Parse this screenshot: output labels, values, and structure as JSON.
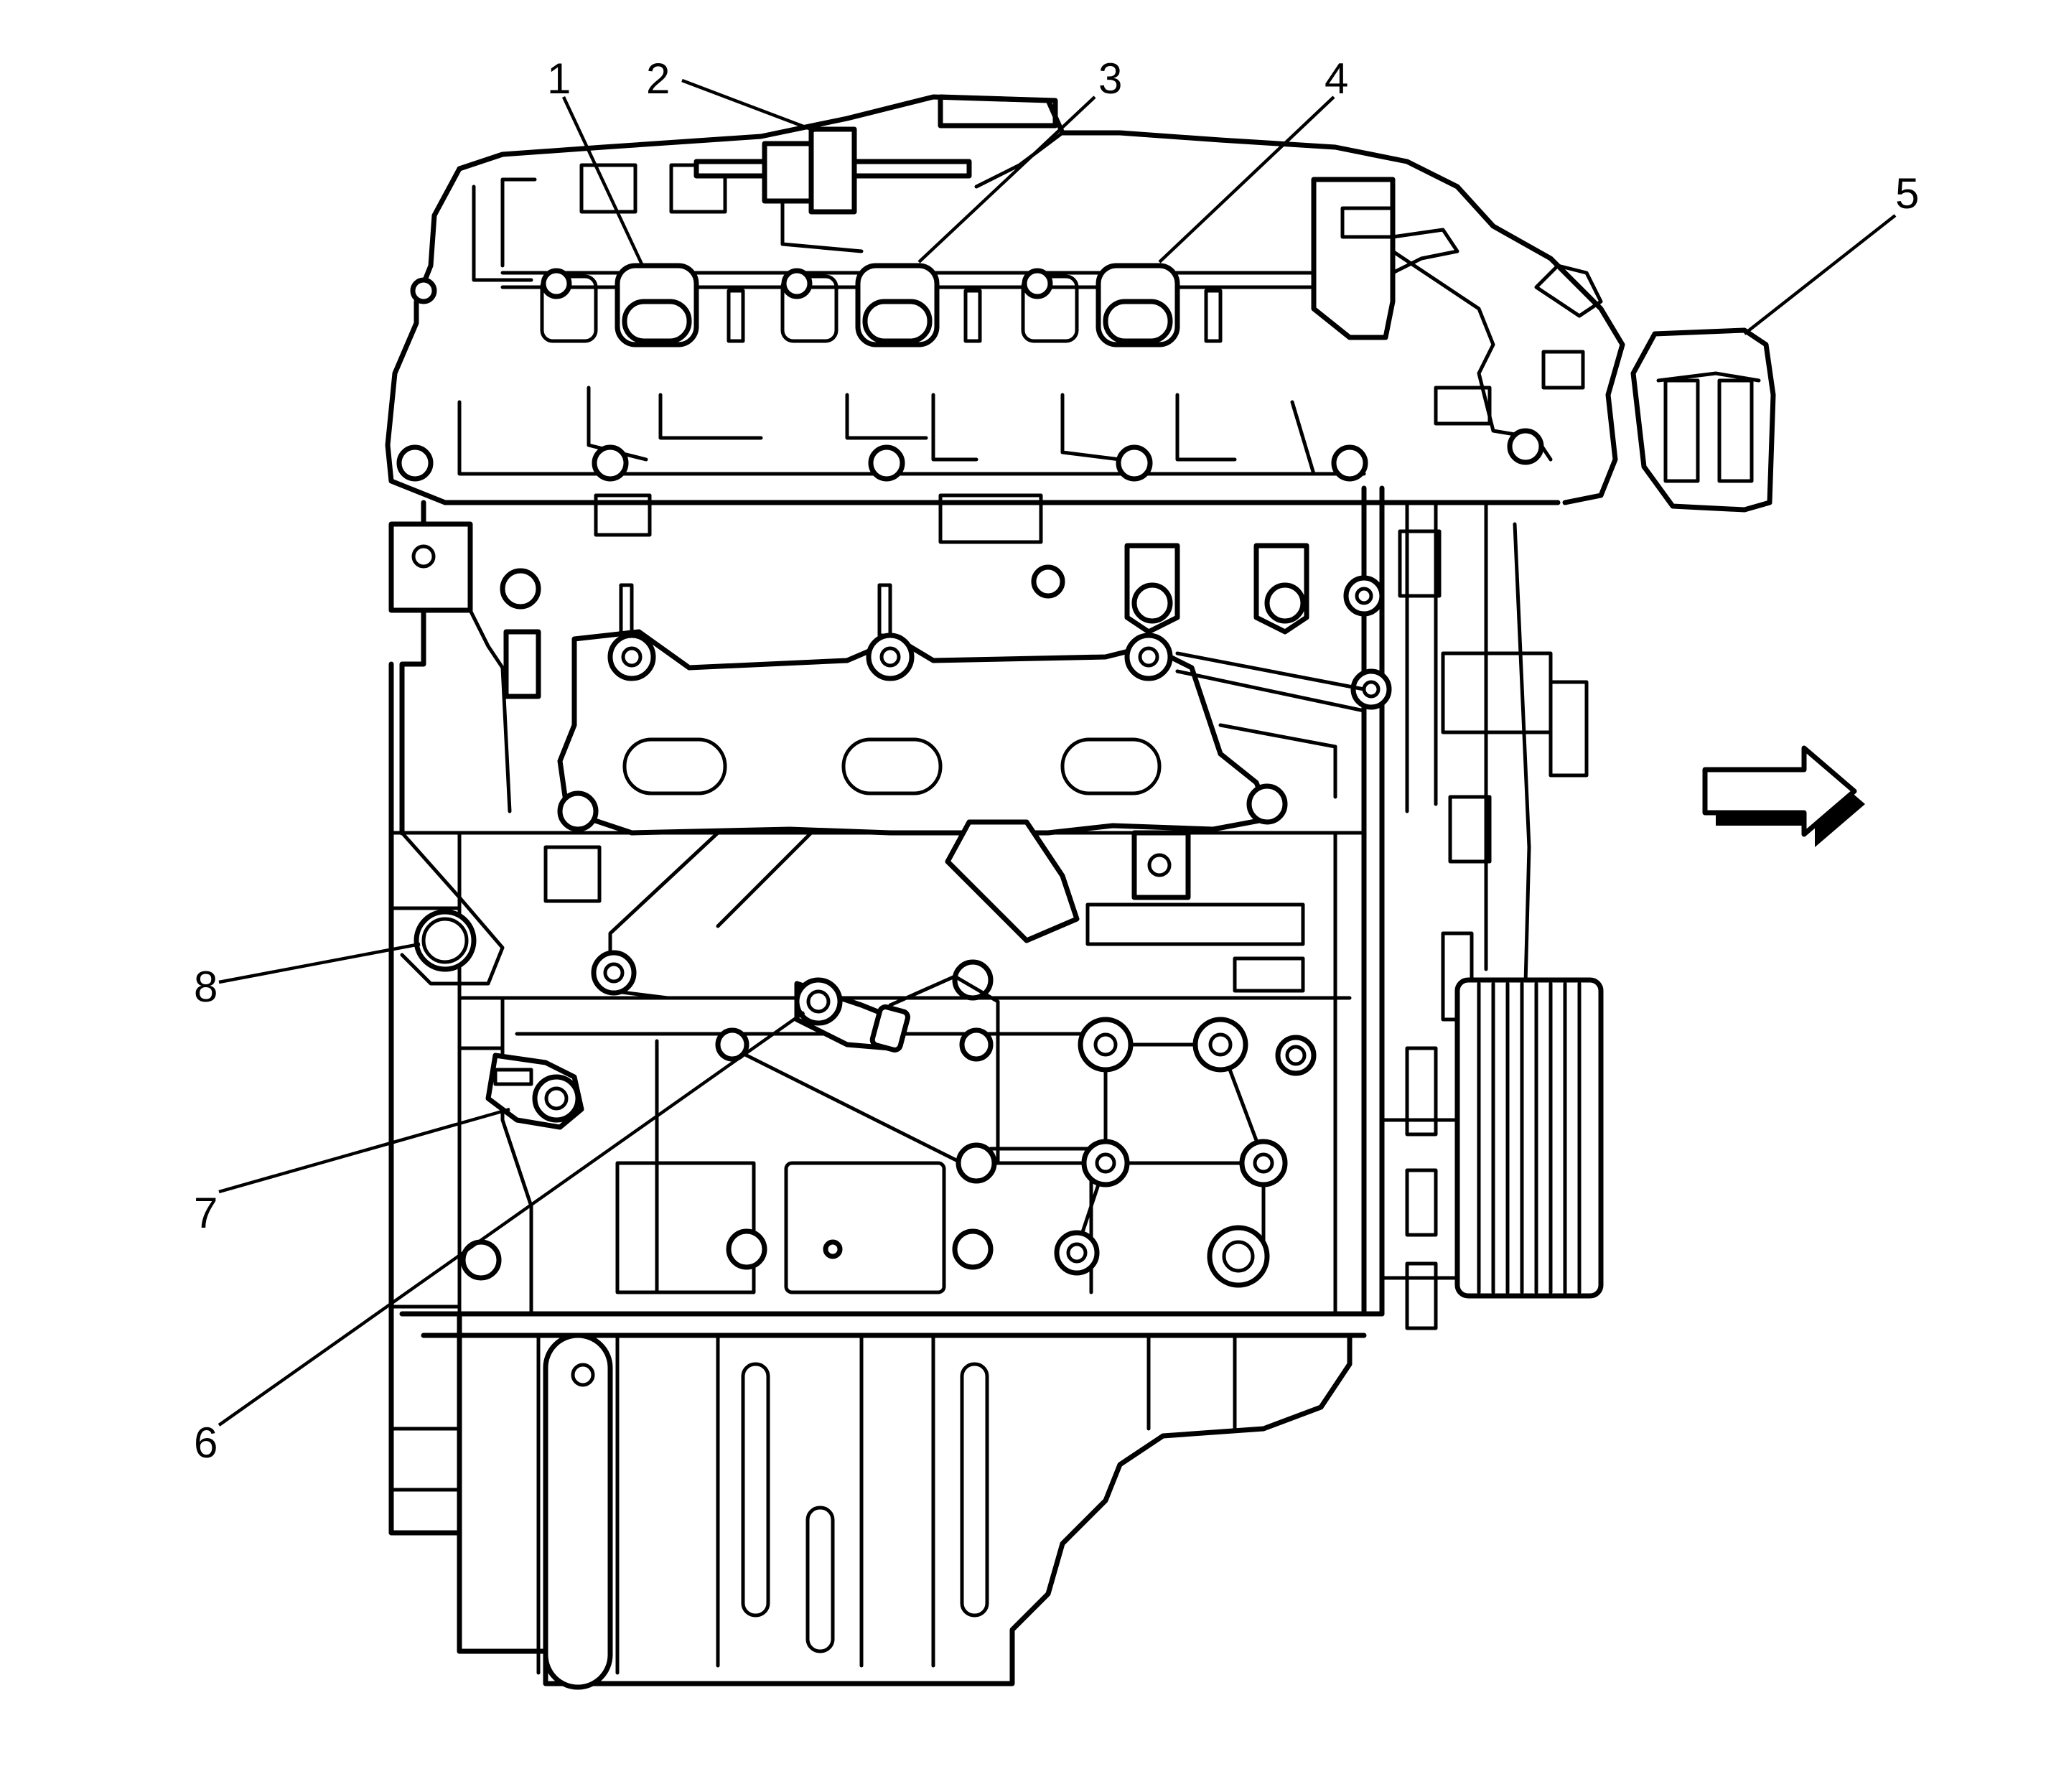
{
  "figure": {
    "background": "#ffffff",
    "line_color": "#000000",
    "callouts": [
      {
        "id": "1",
        "label": "1"
      },
      {
        "id": "2",
        "label": "2"
      },
      {
        "id": "3",
        "label": "3"
      },
      {
        "id": "4",
        "label": "4"
      },
      {
        "id": "5",
        "label": "5"
      },
      {
        "id": "6",
        "label": "6"
      },
      {
        "id": "7",
        "label": "7"
      },
      {
        "id": "8",
        "label": "8"
      }
    ],
    "direction_arrow": {
      "icon": "right-arrow-icon",
      "points": "right"
    }
  }
}
